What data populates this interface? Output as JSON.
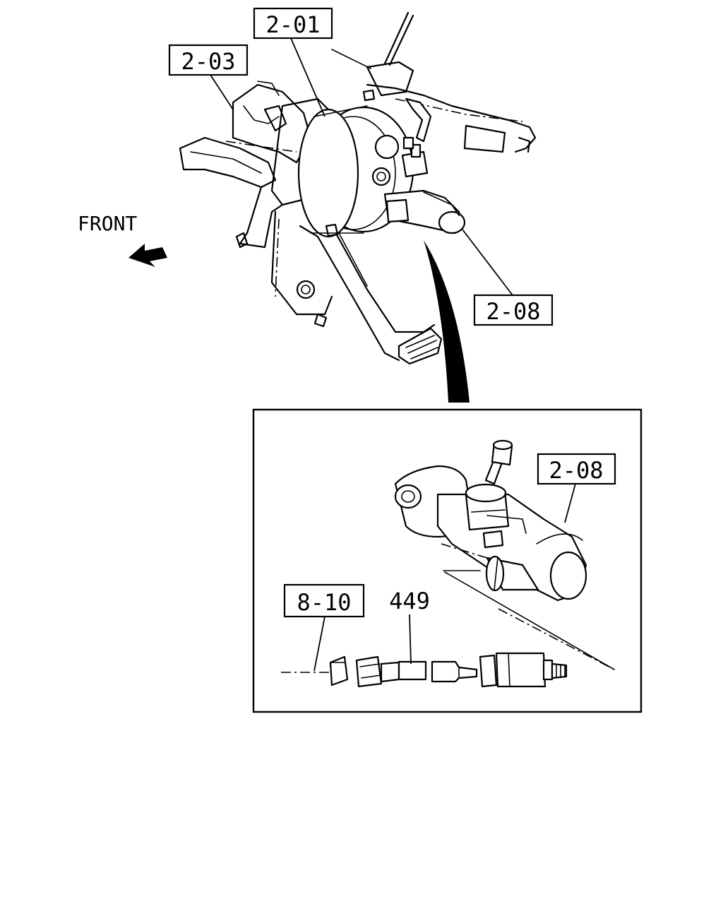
{
  "diagram": {
    "orientation_label": "FRONT",
    "callouts": {
      "main_booster": "2-01",
      "pedal_bracket": "2-03",
      "master_cylinder": "2-08",
      "detail_master_cylinder": "2-08",
      "clutch_pipe": "8-10",
      "switch_part": "449"
    }
  }
}
